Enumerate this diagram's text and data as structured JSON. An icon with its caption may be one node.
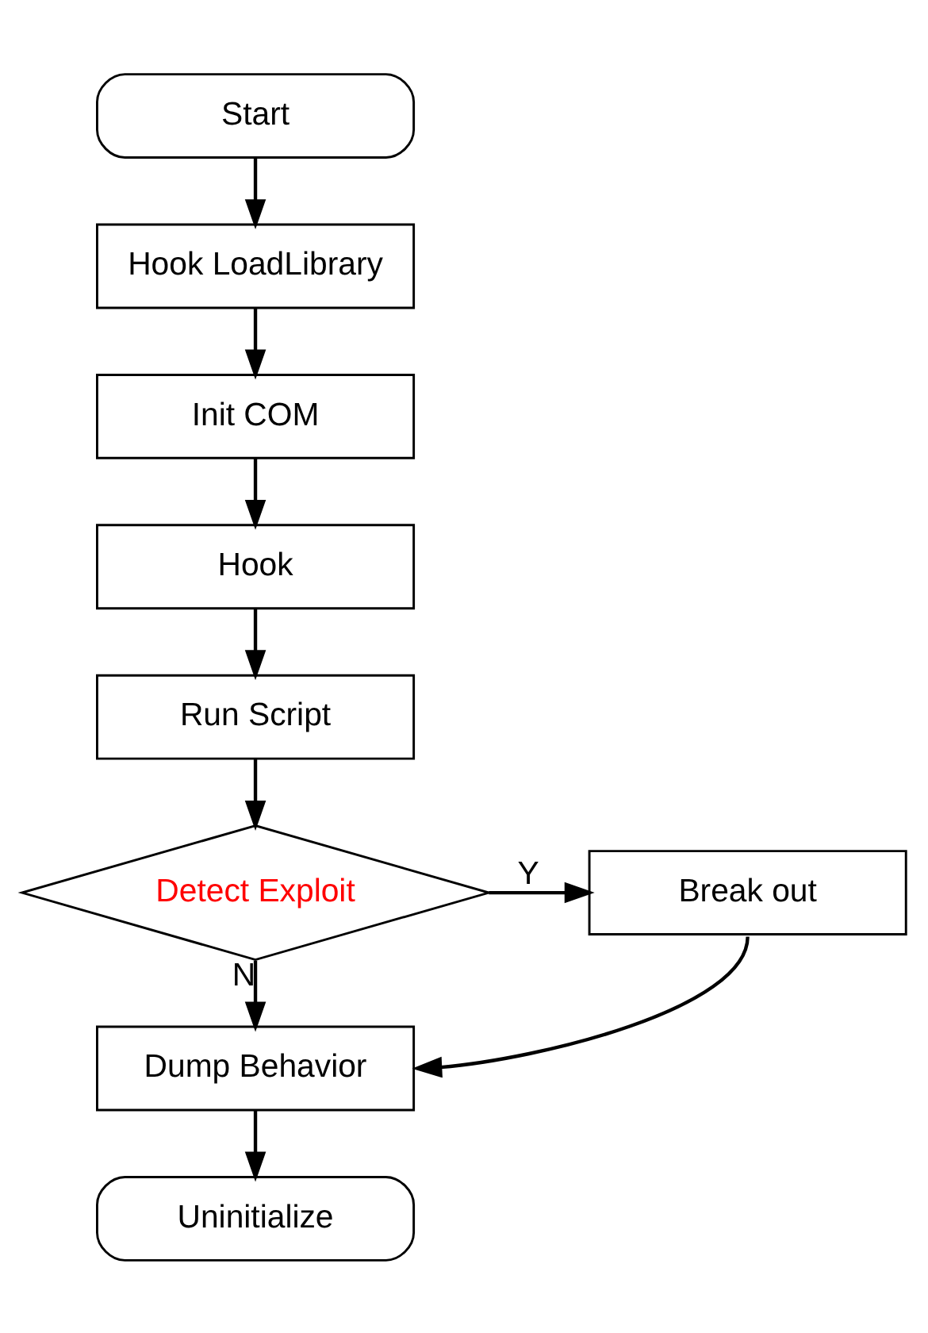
{
  "diagram": {
    "nodes": [
      {
        "text": [
          "Start"
        ]
      },
      {
        "text": [
          "Hook LoadLibrary"
        ]
      },
      {
        "text": [
          "Init COM"
        ]
      },
      {
        "text": [
          "Hook"
        ]
      },
      {
        "text": [
          "Run Script"
        ]
      },
      {
        "text": [
          "Detect Exploit"
        ]
      },
      {
        "text": [
          "Break out"
        ]
      },
      {
        "text": [
          "Dump Behavior"
        ]
      },
      {
        "text": [
          "Uninitialize"
        ]
      }
    ],
    "edges": [
      {
        "from": 0,
        "to": 1,
        "arrow": "to"
      },
      {
        "from": 1,
        "to": 2,
        "arrow": "to"
      },
      {
        "from": 2,
        "to": 3,
        "arrow": "to"
      },
      {
        "from": 3,
        "to": 4,
        "arrow": "to"
      },
      {
        "from": 4,
        "to": 5,
        "arrow": "to"
      },
      {
        "from": 5,
        "to": 6,
        "arrow": "to",
        "label": "Y"
      },
      {
        "from": 5,
        "to": 7,
        "arrow": "to",
        "label": "N"
      },
      {
        "from": 6,
        "to": 7,
        "arrow": "to"
      },
      {
        "from": 7,
        "to": 8,
        "arrow": "to"
      }
    ]
  }
}
